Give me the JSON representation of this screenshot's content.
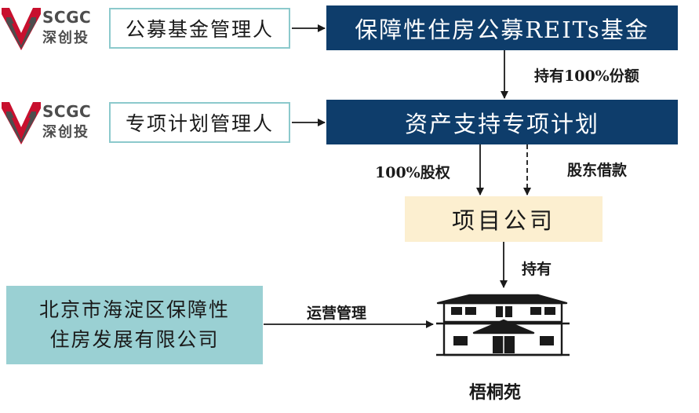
{
  "logo": {
    "line1": "SCGC",
    "line2": "深创投"
  },
  "nodes": {
    "fund_manager": "公募基金管理人",
    "reits_fund": "保障性住房公募REITs基金",
    "plan_manager": "专项计划管理人",
    "abs_plan": "资产支持专项计划",
    "project_company": "项目公司",
    "operator_line1": "北京市海淀区保障性",
    "operator_line2": "住房发展有限公司",
    "property_name": "梧桐苑"
  },
  "edges": {
    "hold_share": "持有100%份额",
    "equity": "100%股权",
    "shareholder_loan": "股东借款",
    "hold": "持有",
    "operation": "运营管理"
  },
  "colors": {
    "navy": "#0e3d6b",
    "cream": "#fcefd0",
    "teal": "#9ad0d3",
    "outline": "#8cc9cc",
    "logo_red": "#c8102e",
    "logo_gray": "#4d4d4d"
  },
  "icons": [
    "scgc-logo-icon",
    "building-icon",
    "arrow-icon"
  ]
}
